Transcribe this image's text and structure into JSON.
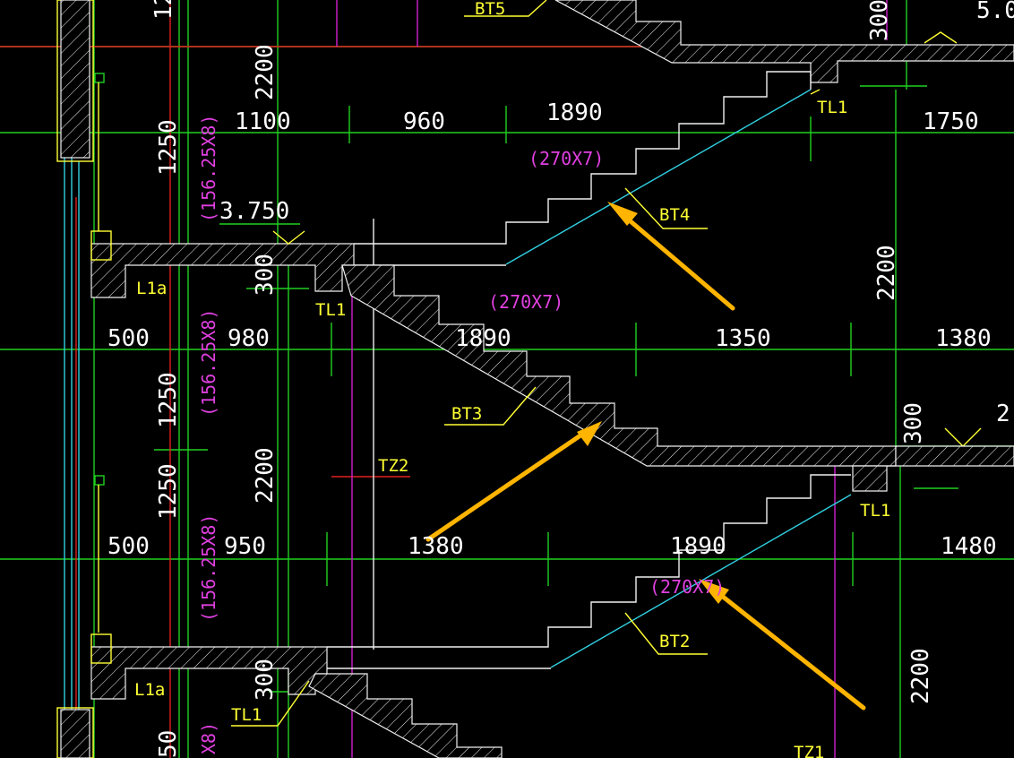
{
  "labels": {
    "bt5": "BT5",
    "bt4": "BT4",
    "bt3": "BT3",
    "bt2": "BT2",
    "tl1_top": "TL1",
    "tl1_mid": "TL1",
    "tl1_right": "TL1",
    "tl1_bottom": "TL1",
    "l1a_top": "L1a",
    "l1a_bottom": "L1a",
    "tz2": "TZ2",
    "tz1": "TZ1",
    "elev_top_right": "5.0",
    "elev_mid_left": "3.750",
    "elev_mid_right": "2"
  },
  "dimensions": {
    "top_vertical_left": "12",
    "top_2200": "2200",
    "top_300_right": "300",
    "row1_a": "1100",
    "row1_b": "960",
    "row1_c": "1890",
    "row1_d": "1750",
    "left_1250_a": "1250",
    "mid_300": "300",
    "row2_a": "500",
    "row2_b": "980",
    "row2_c": "1890",
    "row2_d": "1350",
    "row2_e": "1380",
    "right_2200_mid": "2200",
    "left_1250_b": "1250",
    "center_2200": "2200",
    "right_300": "300",
    "left_1250_c": "1250",
    "row3_a": "500",
    "row3_b": "950",
    "row3_c": "1380",
    "row3_d": "1890",
    "row3_e": "1480",
    "bottom_300": "300",
    "right_2200_bottom": "2200",
    "bottom_left_50": "50"
  },
  "step_notes": {
    "top_flight": "(270X7)",
    "mid_flight": "(270X7)",
    "bottom_flight": "(270X7)",
    "left_a": "(156.25X8)",
    "left_b": "(156.25X8)",
    "left_c": "(156.25X8)",
    "left_d": "X8)"
  },
  "colors": {
    "background": "#000000",
    "grid_line": "#20d020",
    "text_dimension": "#ffffff",
    "text_label": "#ffff33",
    "text_note": "#e040e0",
    "line_cyan": "#30d0e0",
    "line_red": "#e02020",
    "annotation_arrow": "#ffb400"
  }
}
